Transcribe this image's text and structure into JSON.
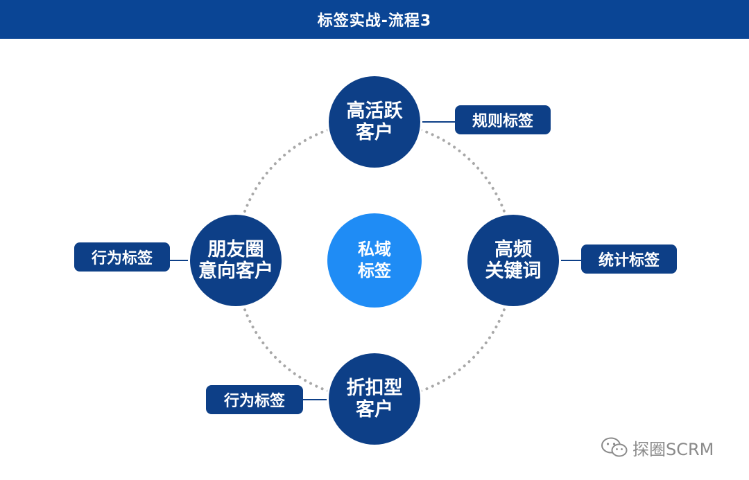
{
  "header": {
    "title": "标签实战-流程3"
  },
  "center": {
    "line1": "私域",
    "line2": "标签"
  },
  "nodes": {
    "top": {
      "line1": "高活跃",
      "line2": "客户"
    },
    "right": {
      "line1": "高频",
      "line2": "关键词"
    },
    "bottom": {
      "line1": "折扣型",
      "line2": "客户"
    },
    "left": {
      "line1": "朋友圈",
      "line2": "意向客户"
    }
  },
  "tags": {
    "top": "规则标签",
    "right": "统计标签",
    "bottom": "行为标签",
    "left": "行为标签"
  },
  "watermark": {
    "text": "探圈SCRM",
    "icon": "wechat-icon"
  },
  "colors": {
    "header_bg": "#0a4595",
    "node_bg": "#0d3f87",
    "center_bg": "#1f8cf5",
    "ring_dots": "#a8a8a8"
  }
}
